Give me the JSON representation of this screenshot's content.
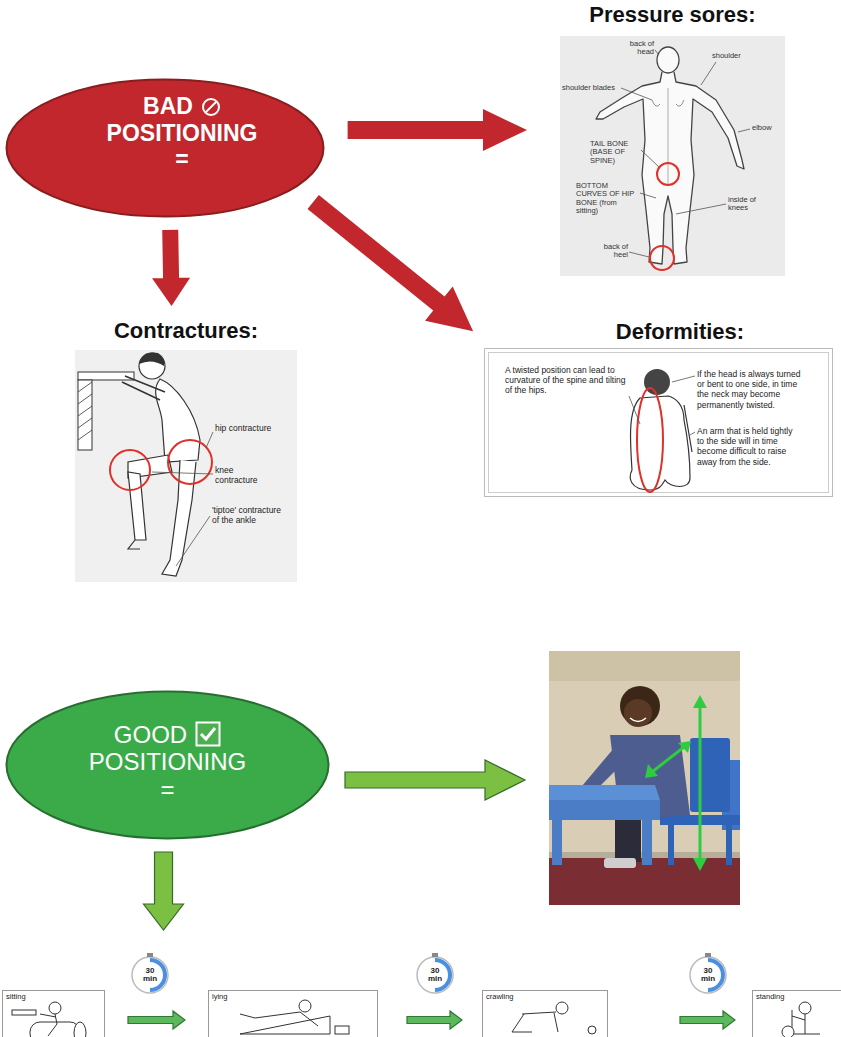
{
  "diagram": {
    "nodes": [
      {
        "text": [
          "BAD",
          "POSITIONING",
          "="
        ]
      },
      {
        "text": [
          "Pressure sores:"
        ]
      },
      {
        "text": [
          "Contractures:"
        ]
      },
      {
        "text": [
          "Deformities:",
          "A twisted position can lead to curvature of the spine and tilting of the hips.",
          "If the head is always turned or bent to one side, in time the neck may become permanently twisted.",
          "An arm that is held tightly to the side will in time become difficult to raise away from the side."
        ]
      },
      {
        "text": [
          "GOOD",
          "POSITIONING",
          "="
        ]
      },
      {
        "text": [
          "sitting"
        ]
      },
      {
        "text": [
          "lying"
        ]
      },
      {
        "text": [
          "crawling"
        ]
      },
      {
        "text": [
          "standing"
        ]
      }
    ],
    "edges": [
      {
        "from": 0,
        "to": 1,
        "arrow": "to"
      },
      {
        "from": 0,
        "to": 2,
        "arrow": "to"
      },
      {
        "from": 0,
        "to": 3,
        "arrow": "to"
      },
      {
        "from": 4,
        "to": 5,
        "arrow": "to"
      },
      {
        "from": 5,
        "to": 6,
        "arrow": "to"
      },
      {
        "from": 6,
        "to": 7,
        "arrow": "to"
      },
      {
        "from": 7,
        "to": 8,
        "arrow": "to"
      }
    ],
    "labels": [
      "back of head",
      "shoulder",
      "shoulder blades",
      "elbow",
      "TAIL BONE (BASE OF SPINE)",
      "BOTTOM CURVES OF HIP BONE (from sitting)",
      "inside of knees",
      "back of heel",
      "hip contracture",
      "knee contracture",
      "'tiptoe' contracture of the ankle",
      "30 min",
      "30 min",
      "30 min"
    ]
  }
}
